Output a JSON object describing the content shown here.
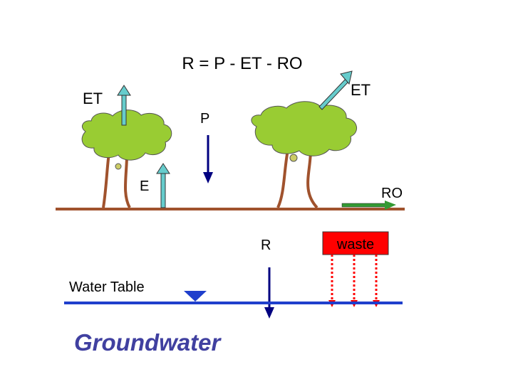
{
  "equation": "R = P - ET - RO",
  "labels": {
    "et_left": "ET",
    "et_right": "ET",
    "precipitation": "P",
    "evaporation": "E",
    "runoff": "RO",
    "recharge": "R",
    "waste": "waste",
    "water_table": "Water Table",
    "groundwater": "Groundwater"
  },
  "colors": {
    "tree_foliage": "#99cc33",
    "tree_trunk": "#a0522d",
    "ground": "#a0522d",
    "et_arrow": "#66cccc",
    "precip_arrow": "#000080",
    "runoff_arrow": "#339933",
    "water_table_line": "#1f3fcc",
    "waste_fill": "#ff0000",
    "waste_arrows": "#ff0000",
    "groundwater_text": "#4040a0"
  }
}
